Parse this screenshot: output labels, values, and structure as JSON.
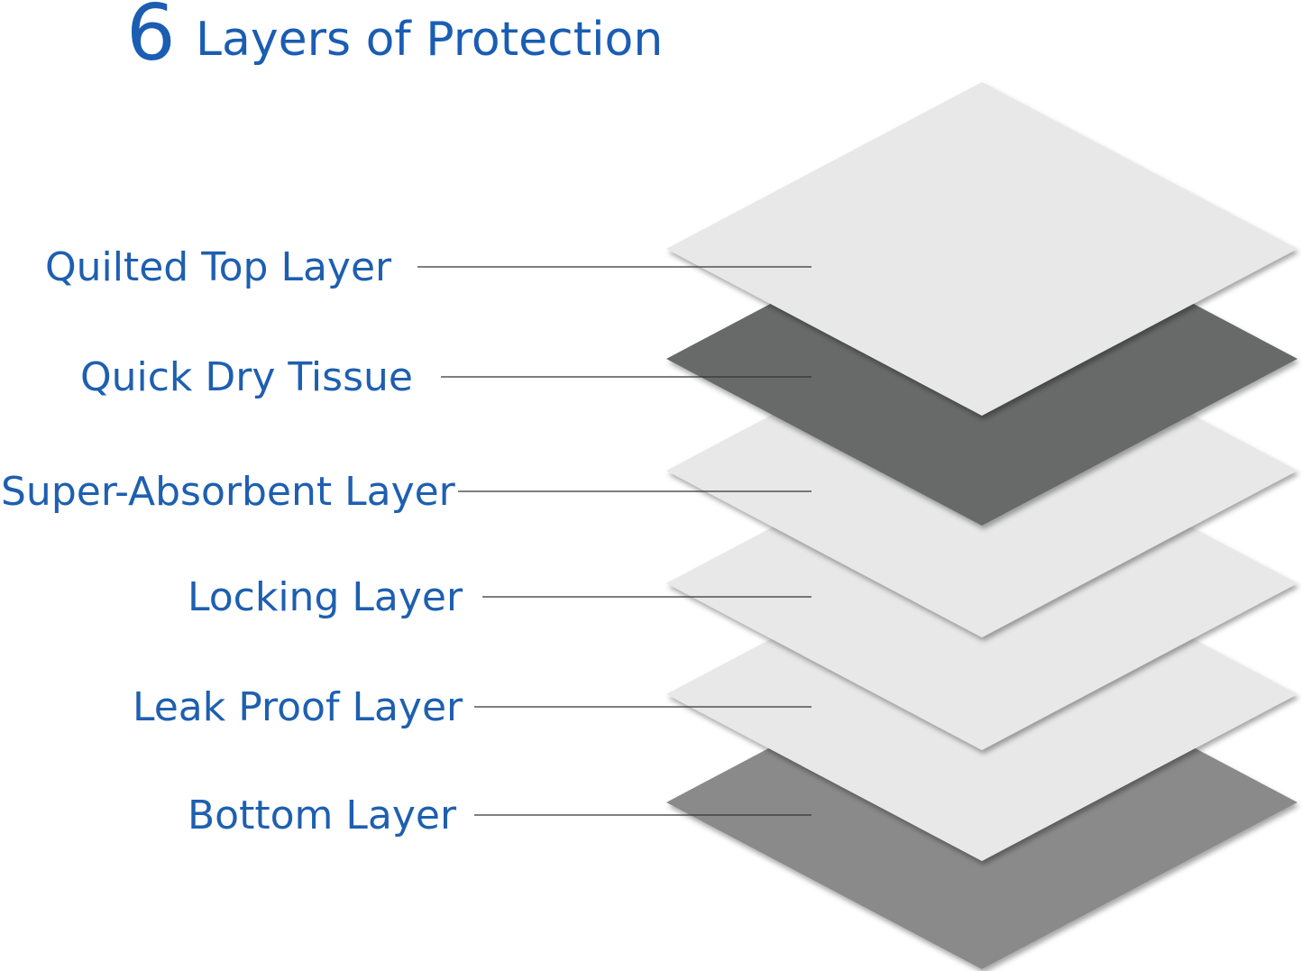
{
  "heading": {
    "number": "6",
    "title": "Layers of Protection"
  },
  "colors": {
    "text_blue": "#1e5fb0",
    "light_layer": "#e8e8e8",
    "dark_layer": "#686a69",
    "bottom_layer": "#8a8a8a",
    "leader_line": "#333333"
  },
  "layers": [
    {
      "label": "Quilted Top Layer",
      "tone": "light"
    },
    {
      "label": "Quick Dry Tissue",
      "tone": "dark"
    },
    {
      "label": "Super-Absorbent Layer",
      "tone": "light"
    },
    {
      "label": "Locking Layer",
      "tone": "light"
    },
    {
      "label": "Leak Proof Layer",
      "tone": "light"
    },
    {
      "label": "Bottom Layer",
      "tone": "medium"
    }
  ]
}
